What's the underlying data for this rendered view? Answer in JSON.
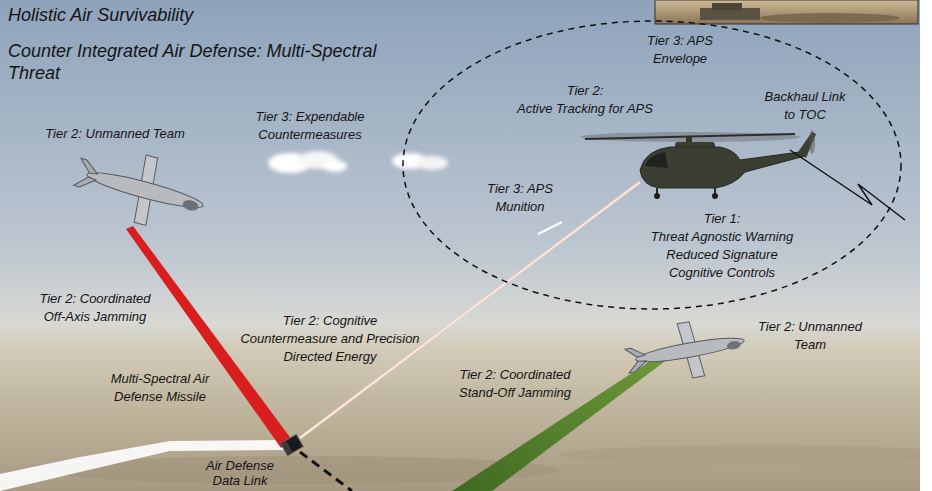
{
  "diagram": {
    "title": "Holistic Air Survivability",
    "nodes": [
      {
        "text": [
          "Tier 3: APS Envelope",
          "Tier 2: Active Tracking for APS",
          "Backhaul Link to TOC",
          "Tier 3: APS Munition",
          "Tier 1: Threat Agnostic Warning Reduced Signature Cognitive Controls"
        ]
      }
    ],
    "labels": [
      "Counter Integrated Air Defense: Multi-Spectral Threat",
      "Tier 2: Unmanned Team",
      "Tier 3: Expendable Countermeasures",
      "Tier 2: Coordinated Off-Axis Jamming",
      "Tier 2: Cognitive Countermeasure and Precision Directed Energy",
      "Tier 2: Unmanned Team",
      "Multi-Spectral Air Defense Missile",
      "Tier 2: Coordinated Stand-Off Jamming",
      "Air Defense Data Link"
    ]
  }
}
